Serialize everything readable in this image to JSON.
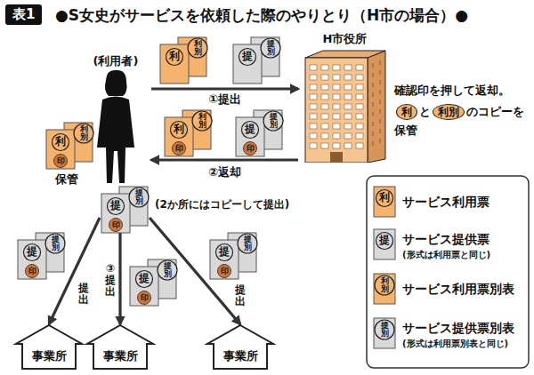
{
  "diagram": {
    "title": "●S女史がサービスを依頼した際のやりとり（H市の場合）●",
    "nodes": [
      {
        "text": [
          "(利用者)"
        ]
      },
      {
        "text": [
          "H市役所"
        ]
      },
      {
        "text": [
          "提",
          "提別",
          "印"
        ]
      },
      {
        "text": [
          "事業所"
        ]
      },
      {
        "text": [
          "事業所"
        ]
      },
      {
        "text": [
          "事業所"
        ]
      }
    ],
    "edges": [
      {
        "from": 0,
        "to": 1,
        "label": "①提出",
        "arrow": "to"
      },
      {
        "from": 1,
        "to": 0,
        "label": "②返却",
        "arrow": "to"
      },
      {
        "from": 2,
        "to": 3,
        "label": "提出",
        "arrow": "to"
      },
      {
        "from": 2,
        "to": 4,
        "label": "③提出",
        "arrow": "to"
      },
      {
        "from": 2,
        "to": 5,
        "label": "提出",
        "arrow": "to"
      }
    ],
    "labels": [
      "表1",
      "利",
      "利別",
      "提",
      "提別",
      "確認印を押して返却。",
      "利",
      "と",
      "利別",
      "のコピーを",
      "保管",
      "利",
      "利別",
      "印",
      "保管",
      "利",
      "利別",
      "印",
      "提",
      "提別",
      "印",
      "(2か所にはコピーして提出)",
      "提",
      "提別",
      "印",
      "提",
      "提別",
      "印",
      "提",
      "提別",
      "印",
      "利",
      "提",
      "(形式は利用票と同じ)",
      "利別",
      "提別",
      "(形式は利用票別表と同じ)"
    ],
    "legend": [
      {
        "text": "サービス利用票",
        "color": "#f5b46e"
      },
      {
        "text": "サービス提供票",
        "color": "#d9d9d9"
      },
      {
        "text": "サービス利用票別表",
        "color": "#f5b46e"
      },
      {
        "text": "サービス提供票別表",
        "color": "#d9d9d9"
      }
    ]
  }
}
